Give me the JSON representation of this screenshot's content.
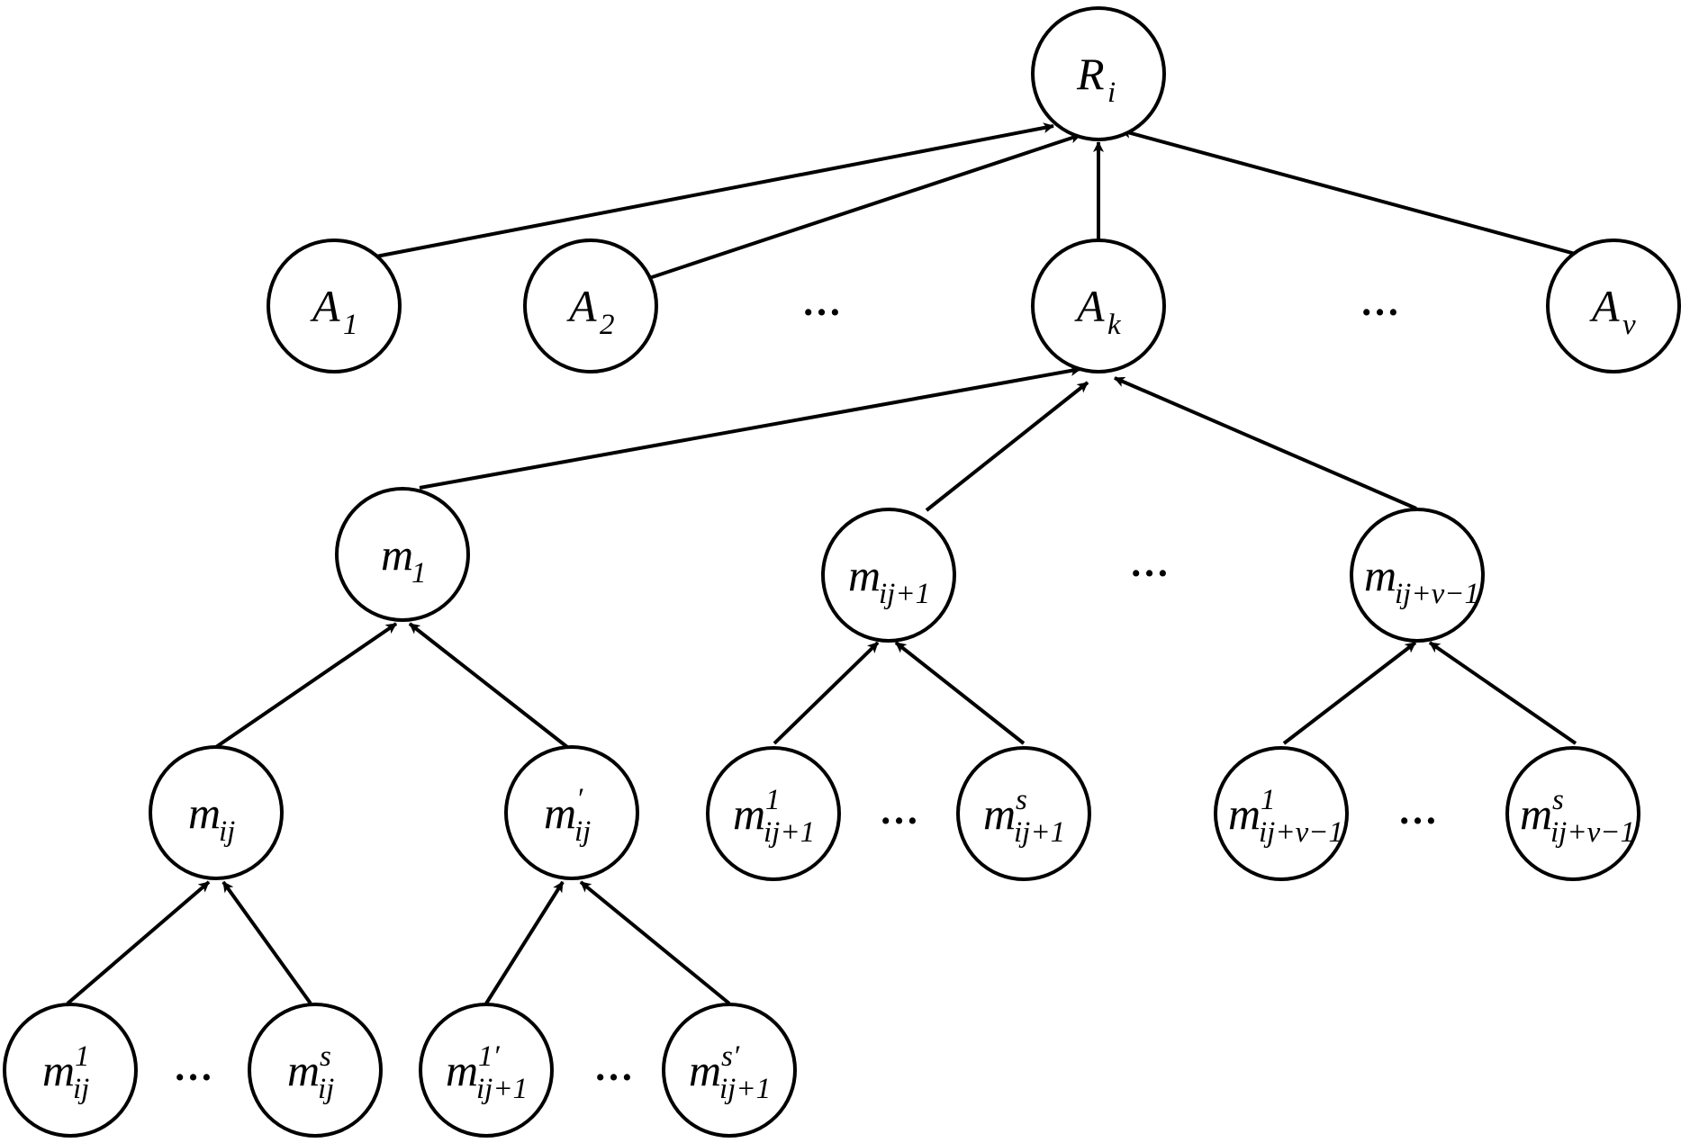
{
  "nodes": [
    {
      "id": "Ri",
      "base": "R",
      "sub": "i",
      "sup": ""
    },
    {
      "id": "A1",
      "base": "A",
      "sub": "1",
      "sup": ""
    },
    {
      "id": "A2",
      "base": "A",
      "sub": "2",
      "sup": ""
    },
    {
      "id": "Ak",
      "base": "A",
      "sub": "k",
      "sup": ""
    },
    {
      "id": "Av",
      "base": "A",
      "sub": "v",
      "sup": ""
    },
    {
      "id": "m1",
      "base": "m",
      "sub": "1",
      "sup": ""
    },
    {
      "id": "mij1",
      "base": "m",
      "sub": "ij+1",
      "sup": ""
    },
    {
      "id": "mijv1",
      "base": "m",
      "sub": "ij+v−1",
      "sup": ""
    },
    {
      "id": "mij",
      "base": "m",
      "sub": "ij",
      "sup": ""
    },
    {
      "id": "mijp",
      "base": "m",
      "sub": "ij",
      "sup": "′"
    },
    {
      "id": "m1ij1",
      "base": "m",
      "sub": "ij+1",
      "sup": "1"
    },
    {
      "id": "msij1",
      "base": "m",
      "sub": "ij+1",
      "sup": "s"
    },
    {
      "id": "m1ijv1",
      "base": "m",
      "sub": "ij+v−1",
      "sup": "1"
    },
    {
      "id": "msijv1",
      "base": "m",
      "sub": "ij+v−1",
      "sup": "s"
    },
    {
      "id": "m1ij",
      "base": "m",
      "sub": "ij",
      "sup": "1"
    },
    {
      "id": "msij",
      "base": "m",
      "sub": "ij",
      "sup": "s"
    },
    {
      "id": "m1pij1",
      "base": "m",
      "sub": "ij+1",
      "sup": "1′"
    },
    {
      "id": "mspij1",
      "base": "m",
      "sub": "ij+1",
      "sup": "s′"
    }
  ],
  "edges": [
    {
      "from": "A1",
      "to": "Ri"
    },
    {
      "from": "A2",
      "to": "Ri"
    },
    {
      "from": "Ak",
      "to": "Ri"
    },
    {
      "from": "Av",
      "to": "Ri"
    },
    {
      "from": "m1",
      "to": "Ak"
    },
    {
      "from": "mij1",
      "to": "Ak"
    },
    {
      "from": "mijv1",
      "to": "Ak"
    },
    {
      "from": "mij",
      "to": "m1"
    },
    {
      "from": "mijp",
      "to": "m1"
    },
    {
      "from": "m1ij1",
      "to": "mij1"
    },
    {
      "from": "msij1",
      "to": "mij1"
    },
    {
      "from": "m1ijv1",
      "to": "mijv1"
    },
    {
      "from": "msijv1",
      "to": "mijv1"
    },
    {
      "from": "m1ij",
      "to": "mij"
    },
    {
      "from": "msij",
      "to": "mij"
    },
    {
      "from": "m1pij1",
      "to": "mijp"
    },
    {
      "from": "mspij1",
      "to": "mijp"
    }
  ],
  "ellipses": [
    "…",
    "…",
    "…",
    "…",
    "…",
    "…",
    "…"
  ]
}
